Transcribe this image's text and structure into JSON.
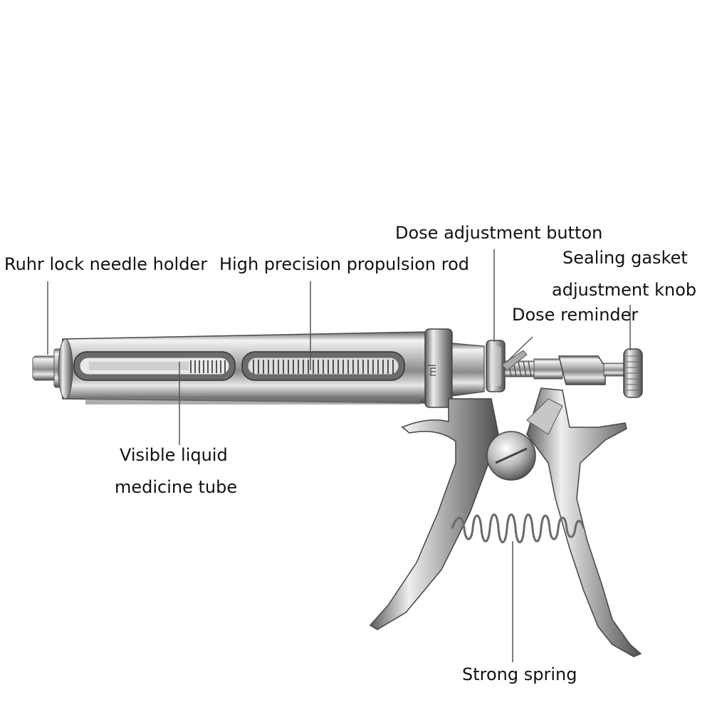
{
  "labels": {
    "needle_holder": "Ruhr lock needle holder",
    "propulsion_rod": "High precision propulsion rod",
    "dose_button": "Dose adjustment button",
    "gasket_knob_line1": "Sealing gasket",
    "gasket_knob_line2": "adjustment knob",
    "dose_reminder": "Dose reminder",
    "liquid_tube_line1": "Visible liquid",
    "liquid_tube_line2": "medicine tube",
    "spring": "Strong spring"
  },
  "barrel_marking": "ml",
  "colors": {
    "text": "#111111",
    "leader_line": "#555555",
    "steel_light": "#f2f2f2",
    "steel_mid": "#b5b5b5",
    "steel_dark": "#5a5a5a"
  }
}
